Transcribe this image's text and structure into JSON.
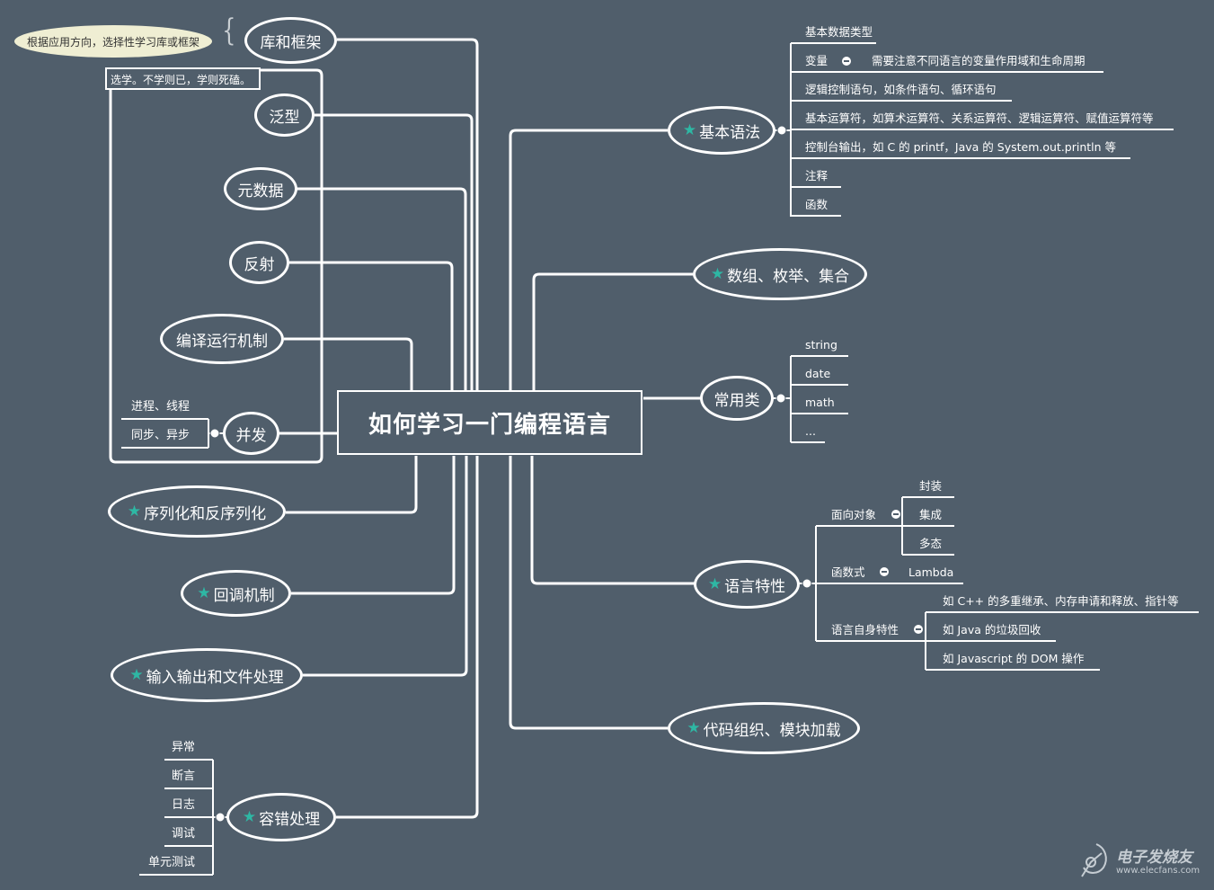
{
  "root": "如何学习一门编程语言",
  "left": {
    "note": "根据应用方向，选择性学习库或框架",
    "box_note": "选学。不学则已，学则死磕。",
    "libraries": "库和框架",
    "generics": "泛型",
    "metadata": "元数据",
    "reflection": "反射",
    "compile": "编译运行机制",
    "concurrency": "并发",
    "concurrency_items": [
      "进程、线程",
      "同步、异步"
    ],
    "serialization": "序列化和反序列化",
    "callback": "回调机制",
    "io": "输入输出和文件处理",
    "error": "容错处理",
    "error_items": [
      "异常",
      "断言",
      "日志",
      "调试",
      "单元测试"
    ]
  },
  "right": {
    "syntax": "基本语法",
    "syntax_items": [
      "基本数据类型",
      "变量",
      "逻辑控制语句，如条件语句、循环语句",
      "基本运算符，如算术运算符、关系运算符、逻辑运算符、赋值运算符等",
      "控制台输出，如 C 的 printf，Java 的 System.out.println 等",
      "注释",
      "函数"
    ],
    "variable_note": "需要注意不同语言的变量作用域和生命周期",
    "collections": "数组、枚举、集合",
    "common": "常用类",
    "common_items": [
      "string",
      "date",
      "math",
      "..."
    ],
    "features": "语言特性",
    "oop": "面向对象",
    "oop_items": [
      "封装",
      "集成",
      "多态"
    ],
    "functional": "函数式",
    "lambda": "Lambda",
    "self": "语言自身特性",
    "self_items": [
      "如 C++ 的多重继承、内存申请和释放、指针等",
      "如 Java 的垃圾回收",
      "如 Javascript 的 DOM 操作"
    ],
    "modules": "代码组织、模块加载"
  },
  "watermark": {
    "title": "电子发烧友",
    "url": "www.elecfans.com"
  },
  "colors": {
    "background": "#505e6b",
    "line": "#ffffff",
    "star": "#2eb7a4",
    "note": "#efeed3"
  }
}
